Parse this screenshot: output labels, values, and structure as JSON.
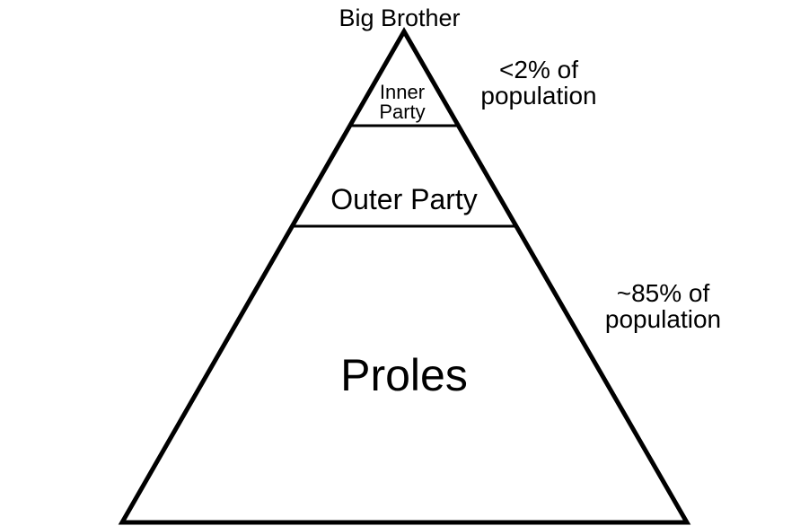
{
  "pyramid": {
    "apex": "Big Brother",
    "tiers": {
      "inner": [
        "Inner",
        "Party"
      ],
      "outer": "Outer Party",
      "base": "Proles"
    }
  },
  "notes": {
    "top": [
      "<2% of",
      "population"
    ],
    "bottom": [
      "~85% of",
      "population"
    ]
  },
  "colors": {
    "stroke": "#000000",
    "fill": "#ffffff"
  }
}
